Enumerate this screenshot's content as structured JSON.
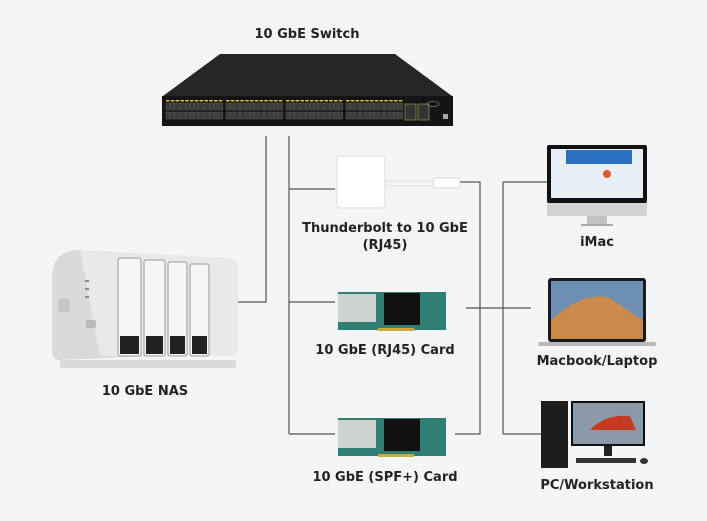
{
  "labels": {
    "switch": "10 GbE Switch",
    "nas": "10 GbE NAS",
    "thunderbolt_line1": "Thunderbolt to 10 GbE",
    "thunderbolt_line2": "(RJ45)",
    "rj45_card": "10 GbE (RJ45) Card",
    "spf_card": "10 GbE (SPF+) Card",
    "imac": "iMac",
    "laptop": "Macbook/Laptop",
    "pc": "PC/Workstation"
  },
  "colors": {
    "background": "#f3f5f7",
    "line": "#555555",
    "switch": "#1c1c1c",
    "port_led": "#d8c23a",
    "card_pcb": "#2f7f74"
  }
}
